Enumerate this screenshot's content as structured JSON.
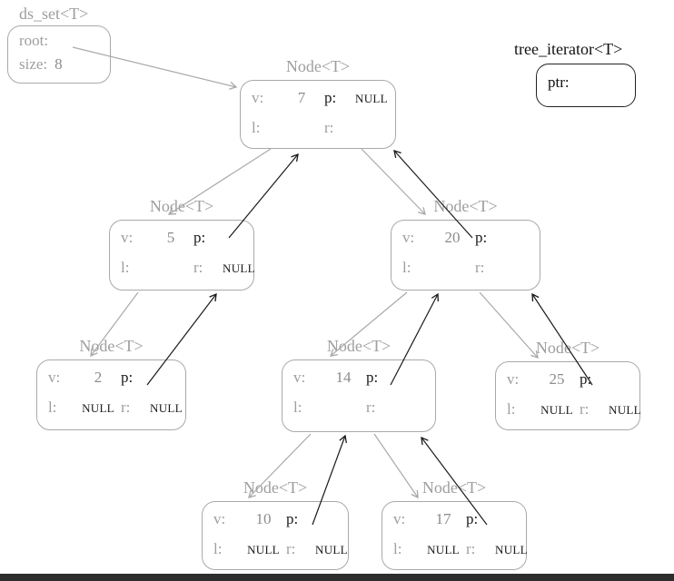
{
  "colors": {
    "muted_gray": "#9e9e9e",
    "value_gray": "#8c8c8c",
    "highlight_black": "#1a1a1a",
    "background": "#ffffff",
    "bottom_bar": "#2d2d2d"
  },
  "ds_set": {
    "title": "ds_set<T>",
    "root_label": "root:",
    "size_label": "size:",
    "size_value": "8"
  },
  "tree_iterator": {
    "title": "tree_iterator<T>",
    "ptr_label": "ptr:"
  },
  "labels": {
    "v": "v:",
    "p": "p:",
    "l": "l:",
    "r": "r:"
  },
  "nodes": [
    {
      "title": "Node<T>",
      "v": "7",
      "p": "NULL",
      "l": "",
      "r": ""
    },
    {
      "title": "Node<T>",
      "v": "5",
      "p": "",
      "l": "",
      "r": "NULL"
    },
    {
      "title": "Node<T>",
      "v": "20",
      "p": "",
      "l": "",
      "r": ""
    },
    {
      "title": "Node<T>",
      "v": "2",
      "p": "",
      "l": "NULL",
      "r": "NULL"
    },
    {
      "title": "Node<T>",
      "v": "14",
      "p": "",
      "l": "",
      "r": ""
    },
    {
      "title": "Node<T>",
      "v": "25",
      "p": "",
      "l": "NULL",
      "r": "NULL"
    },
    {
      "title": "Node<T>",
      "v": "10",
      "p": "",
      "l": "NULL",
      "r": "NULL"
    },
    {
      "title": "Node<T>",
      "v": "17",
      "p": "",
      "l": "NULL",
      "r": "NULL"
    }
  ]
}
